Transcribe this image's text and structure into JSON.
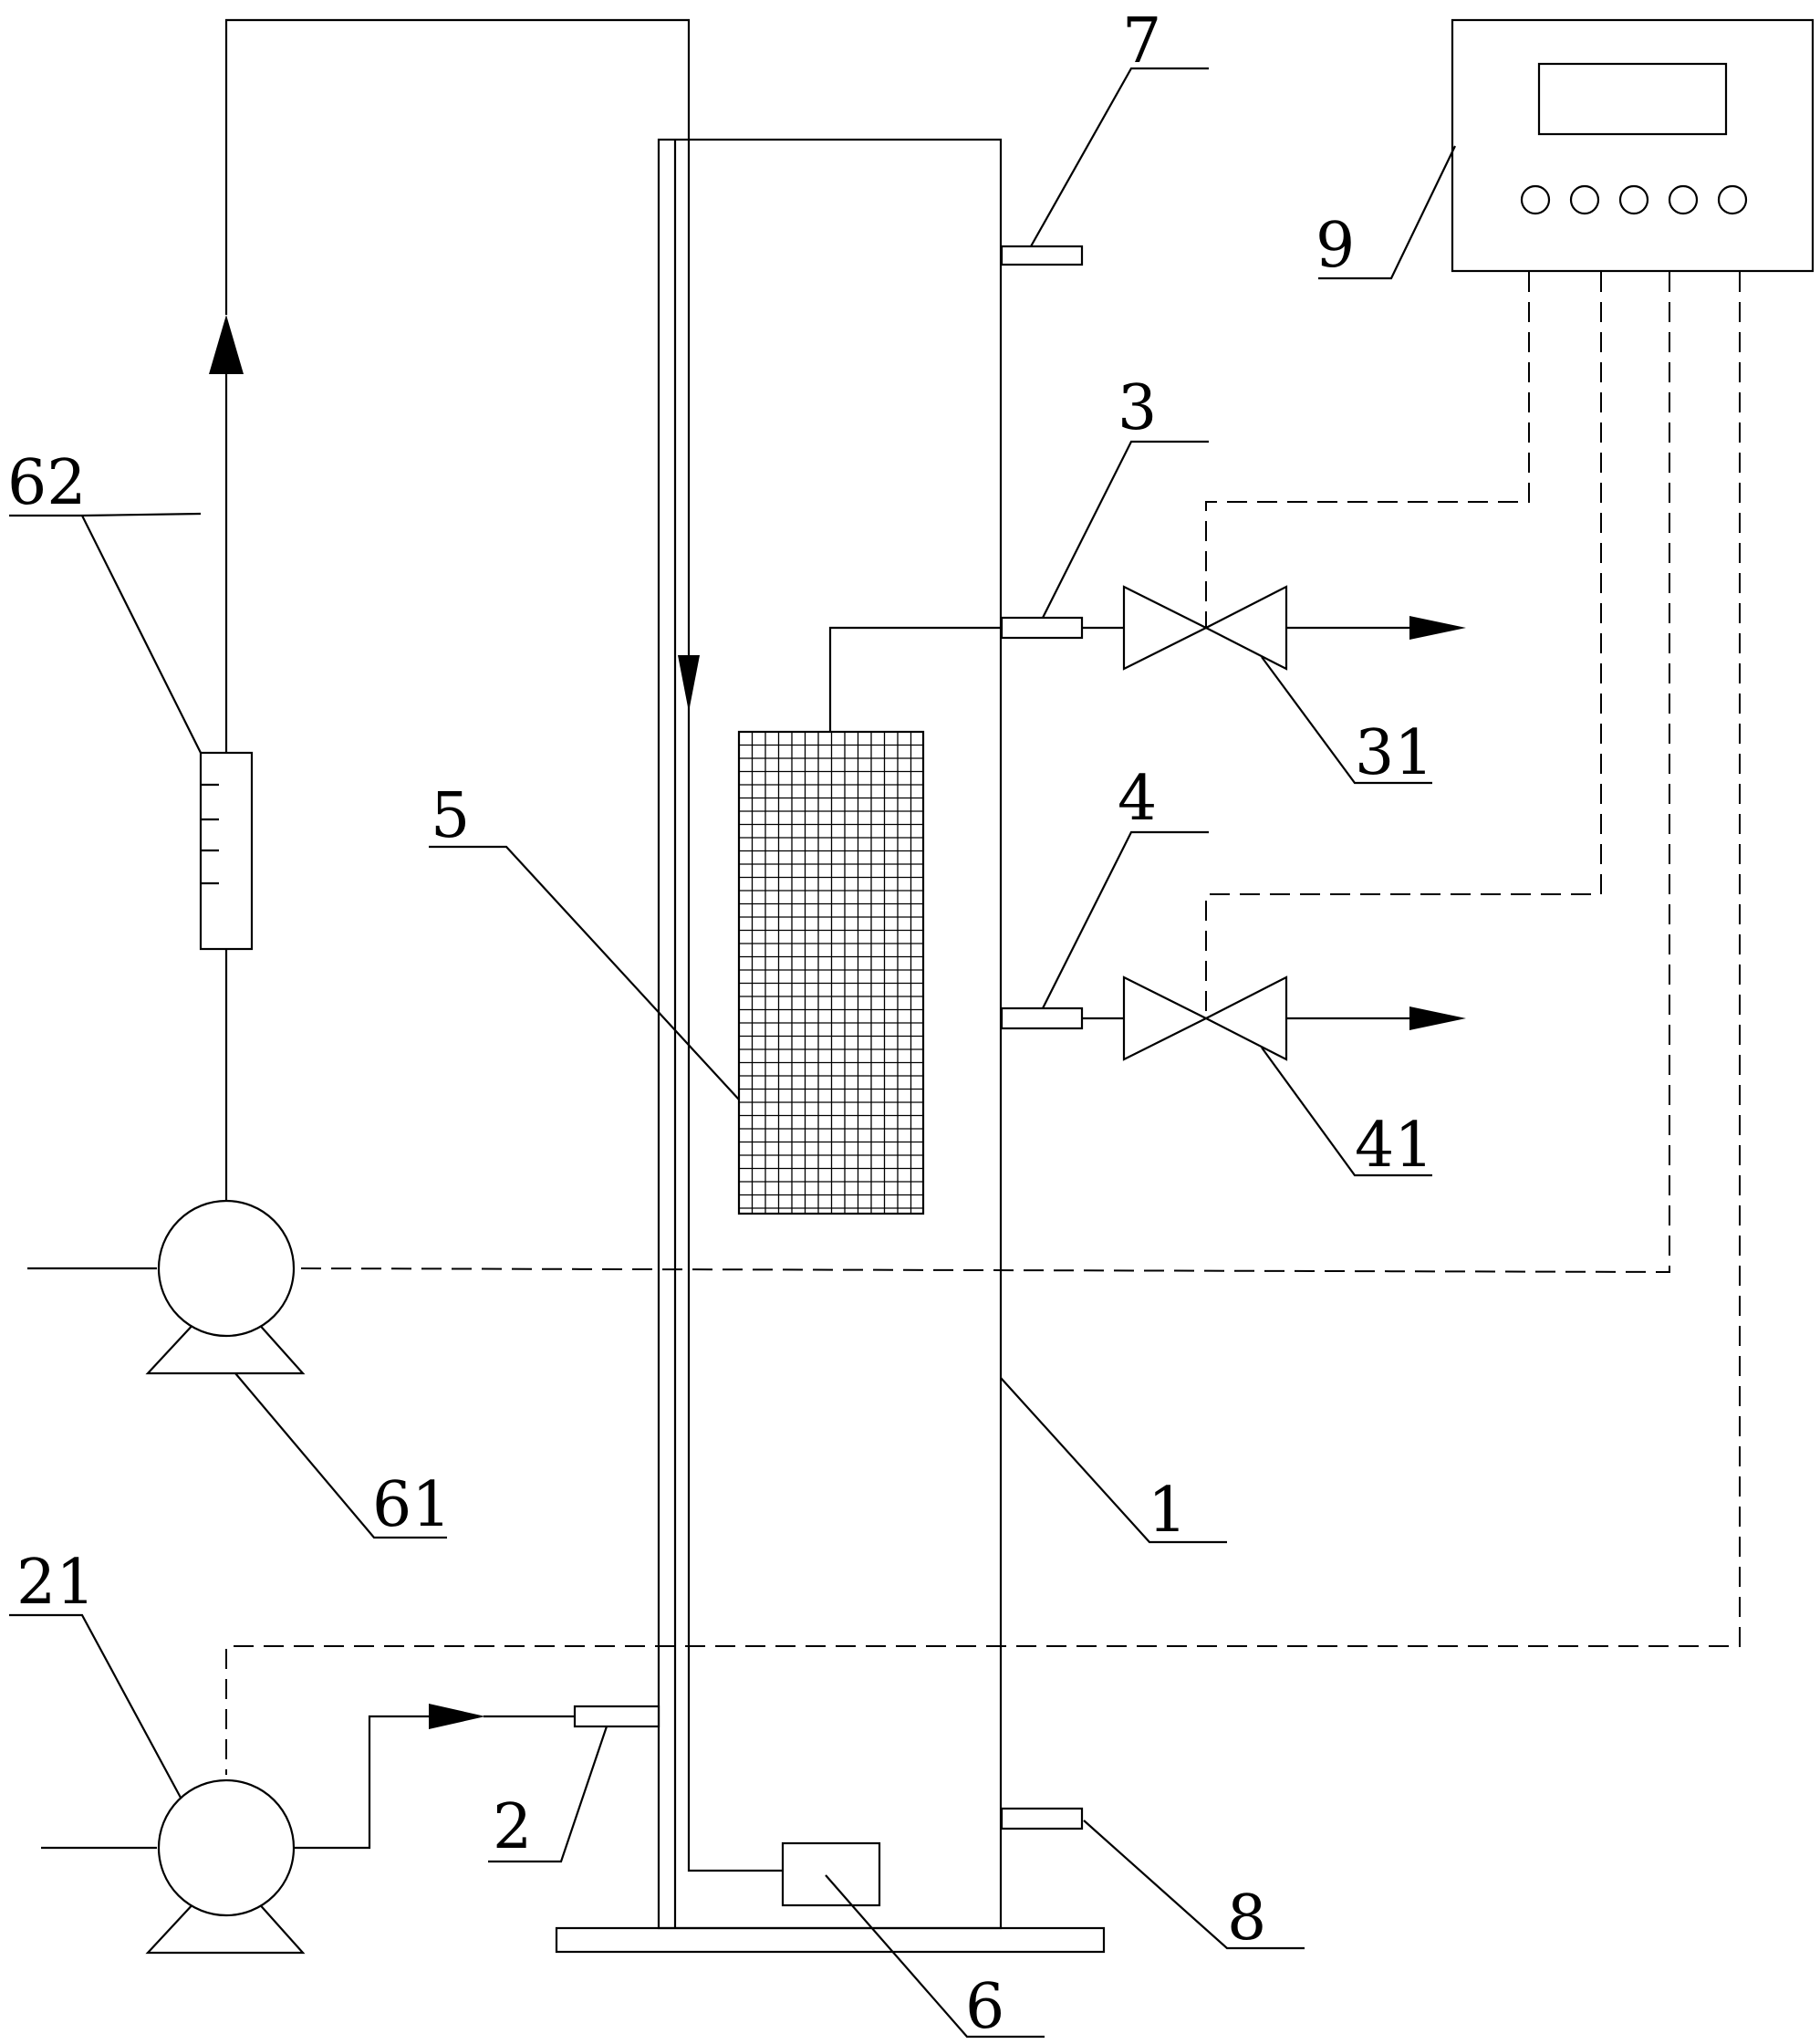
{
  "labels": {
    "column": "1",
    "inlet": "2",
    "inlet_pump": "21",
    "upper_outlet": "3",
    "upper_valve": "31",
    "lower_outlet": "4",
    "lower_valve": "41",
    "mesh_module": "5",
    "aerator": "6",
    "circulation_pump": "61",
    "flowmeter": "62",
    "top_port": "7",
    "bottom_port": "8",
    "controller": "9"
  },
  "icons": {
    "pump": "pump-icon",
    "valve": "valve-icon",
    "flowmeter": "flowmeter-icon",
    "controller": "controller-icon",
    "arrow": "flow-arrow-icon"
  },
  "colors": {
    "line": "#000000",
    "background": "#ffffff"
  }
}
